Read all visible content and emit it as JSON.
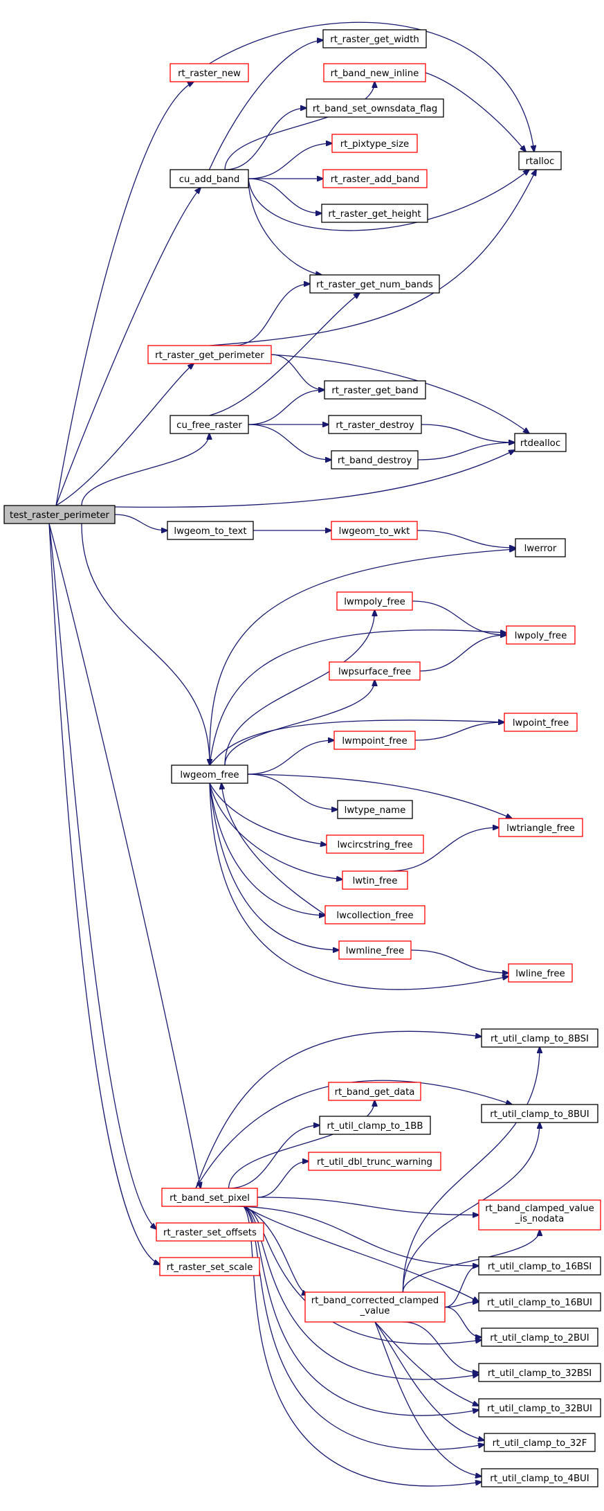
{
  "colors": {
    "edge": "#191970",
    "normal_border": "#000000",
    "linked_border": "#ff0000",
    "root_fill": "#bfbfbf",
    "node_fill": "#ffffff"
  },
  "nodes": {
    "test_raster_perimeter": {
      "label": [
        "test_raster_perimeter"
      ],
      "kind": "root"
    },
    "rt_raster_new": {
      "label": [
        "rt_raster_new"
      ],
      "kind": "red"
    },
    "cu_add_band": {
      "label": [
        "cu_add_band"
      ],
      "kind": "black"
    },
    "rt_raster_get_perimeter": {
      "label": [
        "rt_raster_get_perimeter"
      ],
      "kind": "red"
    },
    "cu_free_raster": {
      "label": [
        "cu_free_raster"
      ],
      "kind": "black"
    },
    "lwgeom_to_text": {
      "label": [
        "lwgeom_to_text"
      ],
      "kind": "black"
    },
    "lwgeom_free": {
      "label": [
        "lwgeom_free"
      ],
      "kind": "black"
    },
    "rt_band_set_pixel": {
      "label": [
        "rt_band_set_pixel"
      ],
      "kind": "red"
    },
    "rt_raster_set_offsets": {
      "label": [
        "rt_raster_set_offsets"
      ],
      "kind": "red"
    },
    "rt_raster_set_scale": {
      "label": [
        "rt_raster_set_scale"
      ],
      "kind": "red"
    },
    "rt_raster_get_width": {
      "label": [
        "rt_raster_get_width"
      ],
      "kind": "black"
    },
    "rt_band_new_inline": {
      "label": [
        "rt_band_new_inline"
      ],
      "kind": "red"
    },
    "rt_band_set_ownsdata_flag": {
      "label": [
        "rt_band_set_ownsdata_flag"
      ],
      "kind": "black"
    },
    "rt_pixtype_size": {
      "label": [
        "rt_pixtype_size"
      ],
      "kind": "red"
    },
    "rt_raster_add_band": {
      "label": [
        "rt_raster_add_band"
      ],
      "kind": "red"
    },
    "rt_raster_get_height": {
      "label": [
        "rt_raster_get_height"
      ],
      "kind": "black"
    },
    "rt_raster_get_num_bands": {
      "label": [
        "rt_raster_get_num_bands"
      ],
      "kind": "black"
    },
    "rt_raster_get_band": {
      "label": [
        "rt_raster_get_band"
      ],
      "kind": "black"
    },
    "rt_raster_destroy": {
      "label": [
        "rt_raster_destroy"
      ],
      "kind": "black"
    },
    "rt_band_destroy": {
      "label": [
        "rt_band_destroy"
      ],
      "kind": "black"
    },
    "rtalloc": {
      "label": [
        "rtalloc"
      ],
      "kind": "black"
    },
    "rtdealloc": {
      "label": [
        "rtdealloc"
      ],
      "kind": "black"
    },
    "lwgeom_to_wkt": {
      "label": [
        "lwgeom_to_wkt"
      ],
      "kind": "red"
    },
    "lwerror": {
      "label": [
        "lwerror"
      ],
      "kind": "black"
    },
    "lwmpoly_free": {
      "label": [
        "lwmpoly_free"
      ],
      "kind": "red"
    },
    "lwpsurface_free": {
      "label": [
        "lwpsurface_free"
      ],
      "kind": "red"
    },
    "lwmpoint_free": {
      "label": [
        "lwmpoint_free"
      ],
      "kind": "red"
    },
    "lwtype_name": {
      "label": [
        "lwtype_name"
      ],
      "kind": "black"
    },
    "lwcircstring_free": {
      "label": [
        "lwcircstring_free"
      ],
      "kind": "red"
    },
    "lwtin_free": {
      "label": [
        "lwtin_free"
      ],
      "kind": "red"
    },
    "lwcollection_free": {
      "label": [
        "lwcollection_free"
      ],
      "kind": "red"
    },
    "lwmline_free": {
      "label": [
        "lwmline_free"
      ],
      "kind": "red"
    },
    "lwpoly_free": {
      "label": [
        "lwpoly_free"
      ],
      "kind": "red"
    },
    "lwpoint_free": {
      "label": [
        "lwpoint_free"
      ],
      "kind": "red"
    },
    "lwtriangle_free": {
      "label": [
        "lwtriangle_free"
      ],
      "kind": "red"
    },
    "lwline_free": {
      "label": [
        "lwline_free"
      ],
      "kind": "red"
    },
    "rt_band_get_data": {
      "label": [
        "rt_band_get_data"
      ],
      "kind": "red"
    },
    "rt_util_clamp_to_1BB": {
      "label": [
        "rt_util_clamp_to_1BB"
      ],
      "kind": "black"
    },
    "rt_util_dbl_trunc_warning": {
      "label": [
        "rt_util_dbl_trunc_warning"
      ],
      "kind": "red"
    },
    "rt_band_corrected_clamped_value": {
      "label": [
        "rt_band_corrected_clamped",
        "_value"
      ],
      "kind": "red"
    },
    "rt_util_clamp_to_8BSI": {
      "label": [
        "rt_util_clamp_to_8BSI"
      ],
      "kind": "black"
    },
    "rt_util_clamp_to_8BUI": {
      "label": [
        "rt_util_clamp_to_8BUI"
      ],
      "kind": "black"
    },
    "rt_band_clamped_value_is_nodata": {
      "label": [
        "rt_band_clamped_value",
        "_is_nodata"
      ],
      "kind": "red"
    },
    "rt_util_clamp_to_16BSI": {
      "label": [
        "rt_util_clamp_to_16BSI"
      ],
      "kind": "black"
    },
    "rt_util_clamp_to_16BUI": {
      "label": [
        "rt_util_clamp_to_16BUI"
      ],
      "kind": "black"
    },
    "rt_util_clamp_to_2BUI": {
      "label": [
        "rt_util_clamp_to_2BUI"
      ],
      "kind": "black"
    },
    "rt_util_clamp_to_32BSI": {
      "label": [
        "rt_util_clamp_to_32BSI"
      ],
      "kind": "black"
    },
    "rt_util_clamp_to_32BUI": {
      "label": [
        "rt_util_clamp_to_32BUI"
      ],
      "kind": "black"
    },
    "rt_util_clamp_to_32F": {
      "label": [
        "rt_util_clamp_to_32F"
      ],
      "kind": "black"
    },
    "rt_util_clamp_to_4BUI": {
      "label": [
        "rt_util_clamp_to_4BUI"
      ],
      "kind": "black"
    }
  },
  "edges": [
    [
      "test_raster_perimeter",
      "rt_raster_new"
    ],
    [
      "test_raster_perimeter",
      "cu_add_band"
    ],
    [
      "test_raster_perimeter",
      "rt_raster_get_perimeter"
    ],
    [
      "test_raster_perimeter",
      "cu_free_raster"
    ],
    [
      "test_raster_perimeter",
      "rtdealloc"
    ],
    [
      "test_raster_perimeter",
      "lwgeom_to_text"
    ],
    [
      "test_raster_perimeter",
      "lwgeom_free"
    ],
    [
      "test_raster_perimeter",
      "rt_band_set_pixel"
    ],
    [
      "test_raster_perimeter",
      "rt_raster_set_offsets"
    ],
    [
      "test_raster_perimeter",
      "rt_raster_set_scale"
    ],
    [
      "rt_raster_new",
      "rtalloc"
    ],
    [
      "cu_add_band",
      "rt_raster_get_width"
    ],
    [
      "cu_add_band",
      "rt_band_new_inline"
    ],
    [
      "cu_add_band",
      "rt_band_set_ownsdata_flag"
    ],
    [
      "cu_add_band",
      "rt_pixtype_size"
    ],
    [
      "cu_add_band",
      "rt_raster_add_band"
    ],
    [
      "cu_add_band",
      "rt_raster_get_height"
    ],
    [
      "cu_add_band",
      "rtalloc"
    ],
    [
      "cu_add_band",
      "rt_raster_get_num_bands"
    ],
    [
      "rt_band_new_inline",
      "rtalloc"
    ],
    [
      "rt_raster_get_perimeter",
      "rt_raster_get_num_bands"
    ],
    [
      "rt_raster_get_perimeter",
      "rtalloc"
    ],
    [
      "rt_raster_get_perimeter",
      "rt_raster_get_band"
    ],
    [
      "rt_raster_get_perimeter",
      "rtdealloc"
    ],
    [
      "cu_free_raster",
      "rt_raster_get_num_bands"
    ],
    [
      "cu_free_raster",
      "rt_raster_get_band"
    ],
    [
      "cu_free_raster",
      "rt_raster_destroy"
    ],
    [
      "cu_free_raster",
      "rt_band_destroy"
    ],
    [
      "rt_raster_destroy",
      "rtdealloc"
    ],
    [
      "rt_band_destroy",
      "rtdealloc"
    ],
    [
      "lwgeom_to_text",
      "lwgeom_to_wkt"
    ],
    [
      "lwgeom_to_wkt",
      "lwerror"
    ],
    [
      "lwgeom_free",
      "lwerror"
    ],
    [
      "lwgeom_free",
      "lwmpoly_free"
    ],
    [
      "lwgeom_free",
      "lwpoly_free"
    ],
    [
      "lwgeom_free",
      "lwpsurface_free"
    ],
    [
      "lwgeom_free",
      "lwpoint_free"
    ],
    [
      "lwgeom_free",
      "lwmpoint_free"
    ],
    [
      "lwgeom_free",
      "lwtype_name"
    ],
    [
      "lwgeom_free",
      "lwtriangle_free"
    ],
    [
      "lwgeom_free",
      "lwcircstring_free"
    ],
    [
      "lwgeom_free",
      "lwtin_free"
    ],
    [
      "lwgeom_free",
      "lwcollection_free"
    ],
    [
      "lwgeom_free",
      "lwmline_free"
    ],
    [
      "lwgeom_free",
      "lwline_free"
    ],
    [
      "lwmpoly_free",
      "lwpoly_free"
    ],
    [
      "lwpsurface_free",
      "lwpoly_free"
    ],
    [
      "lwmpoint_free",
      "lwpoint_free"
    ],
    [
      "lwtin_free",
      "lwtriangle_free"
    ],
    [
      "lwcollection_free",
      "lwgeom_free"
    ],
    [
      "lwmline_free",
      "lwline_free"
    ],
    [
      "rt_band_set_pixel",
      "rt_util_clamp_to_8BSI"
    ],
    [
      "rt_band_set_pixel",
      "rt_util_clamp_to_8BUI"
    ],
    [
      "rt_band_set_pixel",
      "rt_band_get_data"
    ],
    [
      "rt_band_set_pixel",
      "rt_util_clamp_to_1BB"
    ],
    [
      "rt_band_set_pixel",
      "rt_util_dbl_trunc_warning"
    ],
    [
      "rt_band_set_pixel",
      "rt_band_clamped_value_is_nodata"
    ],
    [
      "rt_band_set_pixel",
      "rt_util_clamp_to_16BSI"
    ],
    [
      "rt_band_set_pixel",
      "rt_util_clamp_to_16BUI"
    ],
    [
      "rt_band_set_pixel",
      "rt_band_corrected_clamped_value"
    ],
    [
      "rt_band_set_pixel",
      "rt_util_clamp_to_2BUI"
    ],
    [
      "rt_band_set_pixel",
      "rt_util_clamp_to_32BSI"
    ],
    [
      "rt_band_set_pixel",
      "rt_util_clamp_to_32BUI"
    ],
    [
      "rt_band_set_pixel",
      "rt_util_clamp_to_32F"
    ],
    [
      "rt_band_set_pixel",
      "rt_util_clamp_to_4BUI"
    ],
    [
      "rt_band_corrected_clamped_value",
      "rt_util_clamp_to_8BSI"
    ],
    [
      "rt_band_corrected_clamped_value",
      "rt_util_clamp_to_8BUI"
    ],
    [
      "rt_band_corrected_clamped_value",
      "rt_band_clamped_value_is_nodata"
    ],
    [
      "rt_band_corrected_clamped_value",
      "rt_util_clamp_to_16BSI"
    ],
    [
      "rt_band_corrected_clamped_value",
      "rt_util_clamp_to_16BUI"
    ],
    [
      "rt_band_corrected_clamped_value",
      "rt_util_clamp_to_2BUI"
    ],
    [
      "rt_band_corrected_clamped_value",
      "rt_util_clamp_to_32BSI"
    ],
    [
      "rt_band_corrected_clamped_value",
      "rt_util_clamp_to_32BUI"
    ],
    [
      "rt_band_corrected_clamped_value",
      "rt_util_clamp_to_32F"
    ],
    [
      "rt_band_corrected_clamped_value",
      "rt_util_clamp_to_4BUI"
    ]
  ]
}
